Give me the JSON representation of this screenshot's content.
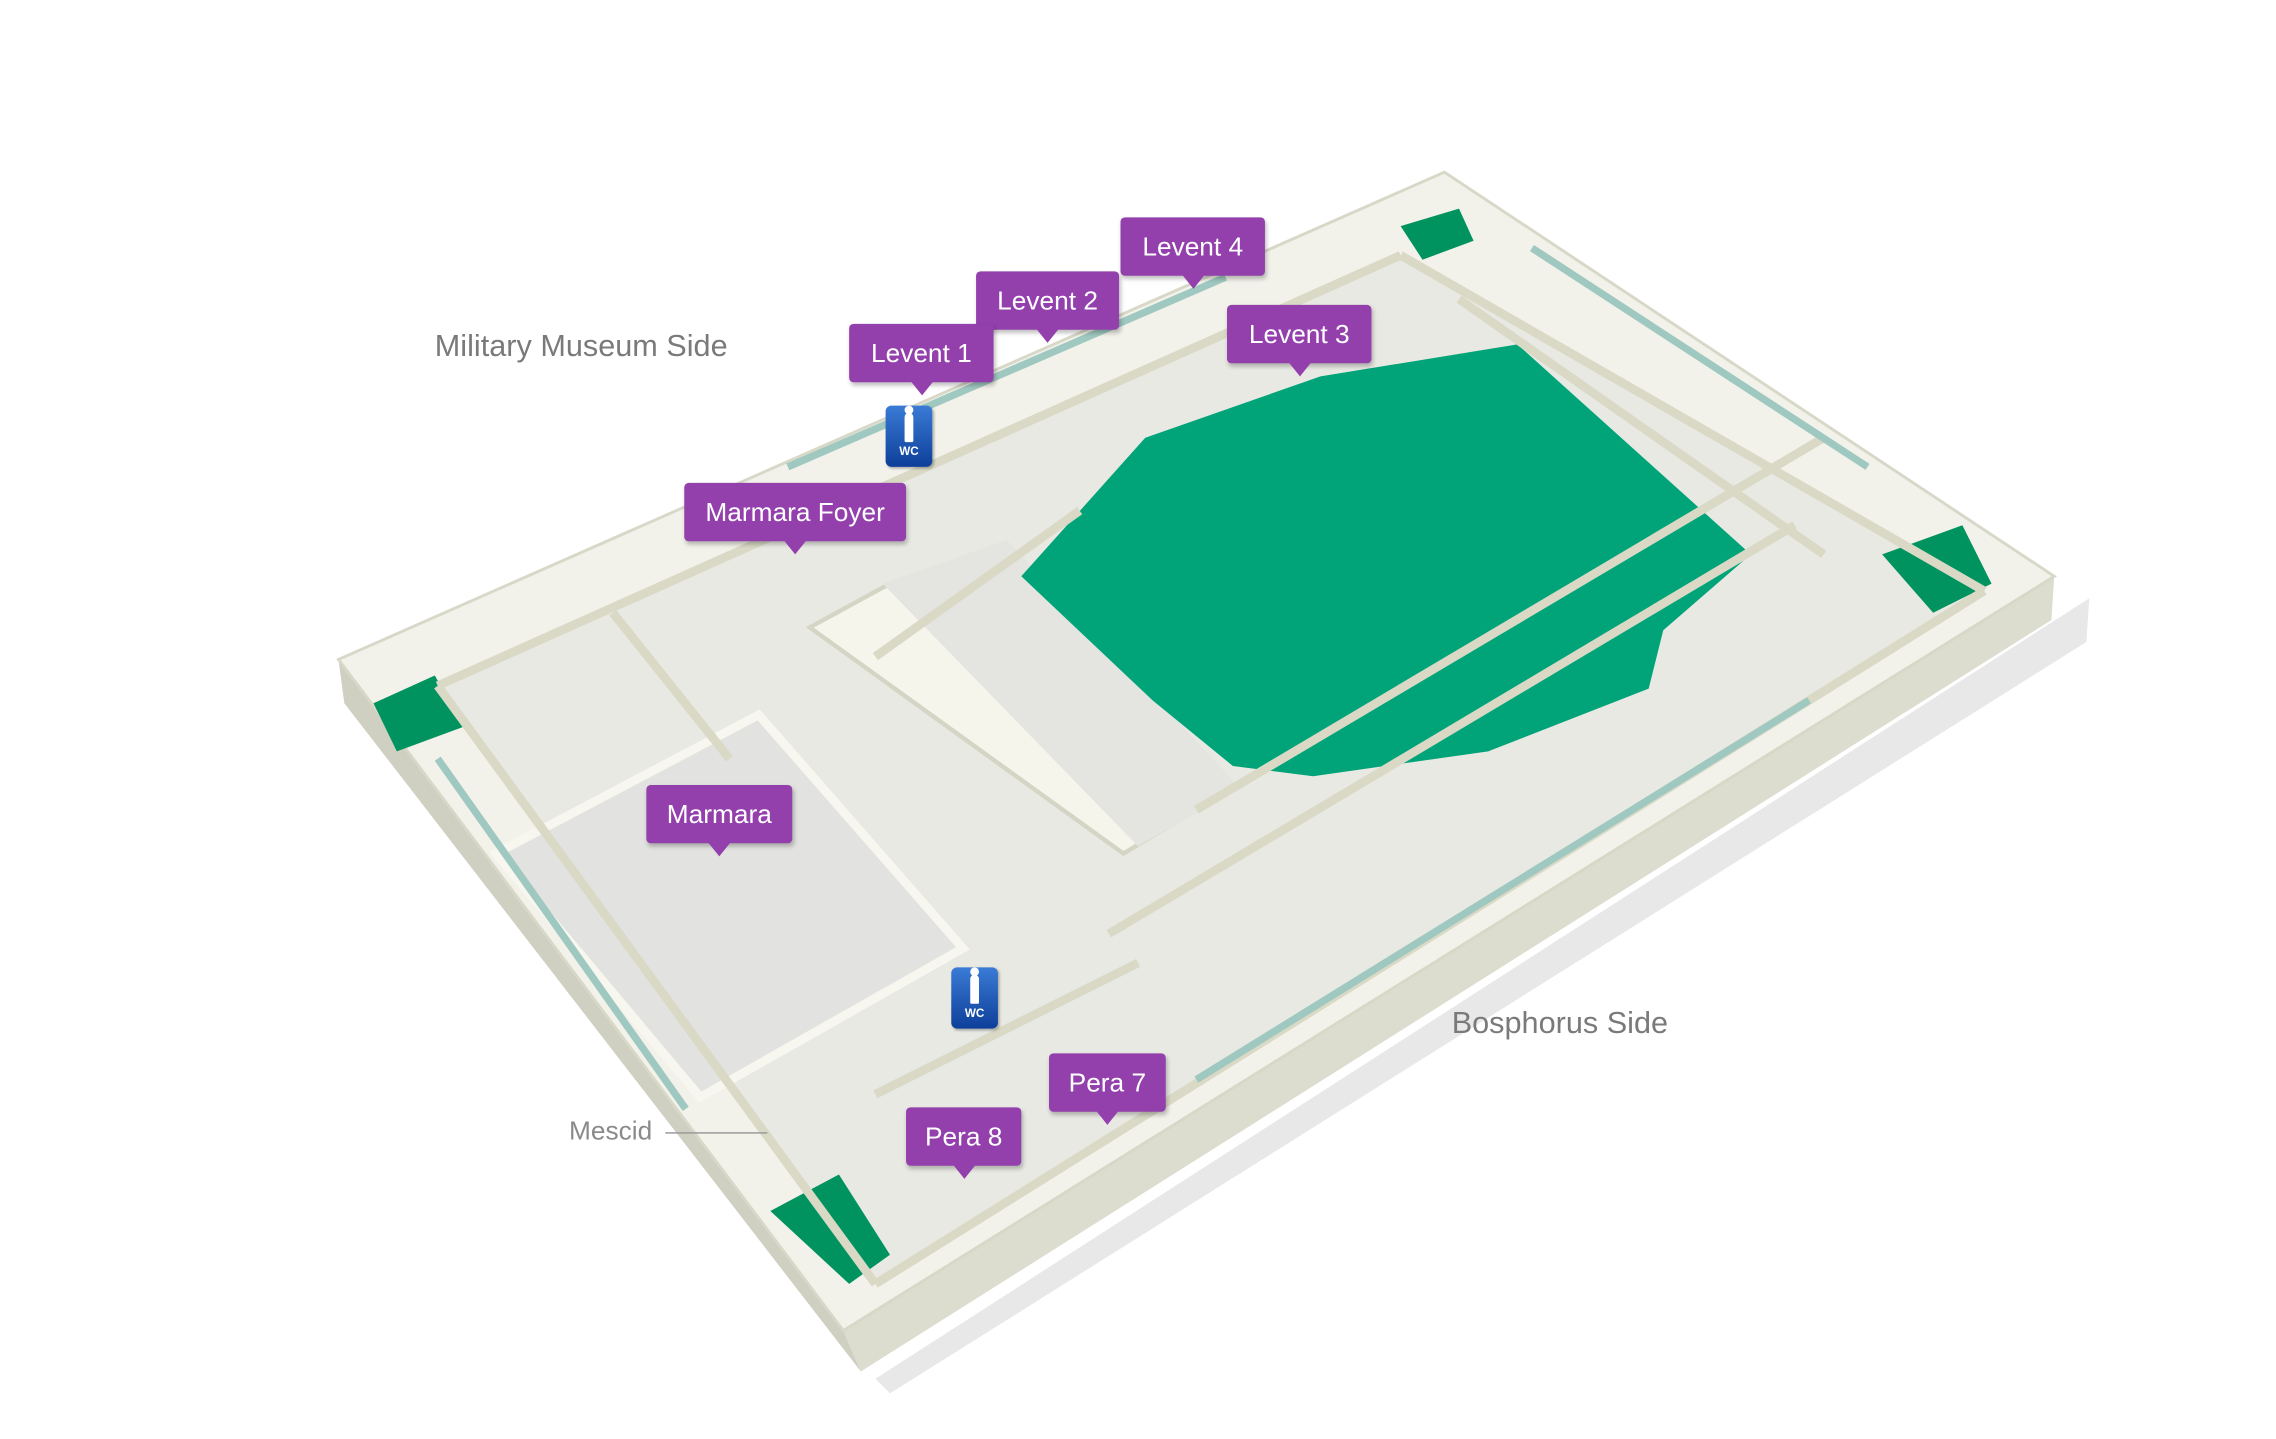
{
  "map": {
    "side_labels": {
      "military": "Military Museum Side",
      "bosphorus": "Bosphorus Side"
    },
    "mescid": "Mescid",
    "rooms": [
      {
        "name": "Levent 4"
      },
      {
        "name": "Levent 2"
      },
      {
        "name": "Levent 1"
      },
      {
        "name": "Levent 3"
      },
      {
        "name": "Marmara Foyer"
      },
      {
        "name": "Marmara"
      },
      {
        "name": "Pera 7"
      },
      {
        "name": "Pera 8"
      }
    ],
    "wc_icons": [
      {
        "label": "WC"
      },
      {
        "label": "WC"
      }
    ],
    "colors": {
      "tag": "#9340ad",
      "atrium": "#00a478",
      "wall": "#f1f1e4"
    }
  }
}
